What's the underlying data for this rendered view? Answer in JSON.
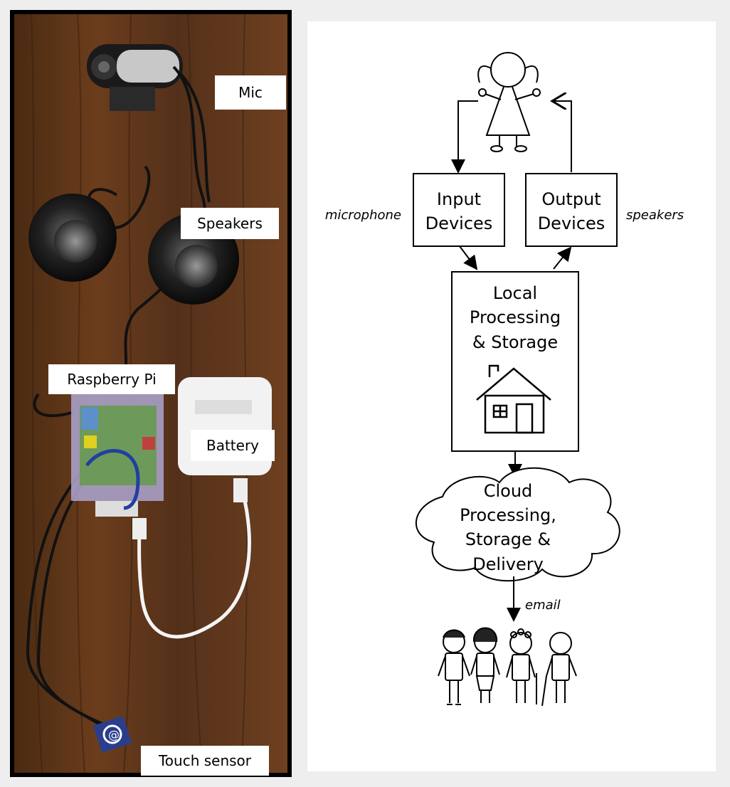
{
  "photo": {
    "labels": {
      "mic": "Mic",
      "speakers": "Speakers",
      "raspberry_pi": "Raspberry Pi",
      "battery": "Battery",
      "touch_sensor": "Touch sensor"
    },
    "colors": {
      "wood": "#5a3418",
      "frame": "#000000"
    }
  },
  "diagram": {
    "input_box": {
      "line1": "Input",
      "line2": "Devices"
    },
    "output_box": {
      "line1": "Output",
      "line2": "Devices"
    },
    "local_box": {
      "line1": "Local",
      "line2": "Processing",
      "line3": "& Storage"
    },
    "cloud": {
      "line1": "Cloud",
      "line2": "Processing,",
      "line3": "Storage &",
      "line4": "Delivery"
    },
    "input_annotation": "microphone",
    "output_annotation": "speakers",
    "email_annotation": "email",
    "icons": [
      "child-figure-icon",
      "house-icon",
      "family-figures-icon"
    ]
  }
}
